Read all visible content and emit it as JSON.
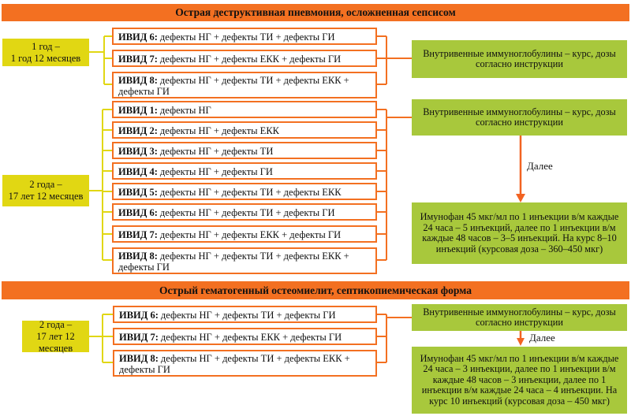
{
  "colors": {
    "header_orange": "#F37021",
    "box_border_orange": "#F37021",
    "age_yellow": "#E1D713",
    "outcome_green": "#A8C83C",
    "arrow_orange": "#F26322",
    "text": "#111111"
  },
  "sections": [
    {
      "title": "Острая деструктивная пневмония, осложненная сепсисом",
      "groups": [
        {
          "age1": "1 год –",
          "age2": "1 год 12 месяцев",
          "ivid": [
            {
              "num": "ИВИД 6:",
              "text": "дефекты НГ + дефекты ТИ + дефекты ГИ"
            },
            {
              "num": "ИВИД 7:",
              "text": "дефекты НГ + дефекты ЕКК + дефекты ГИ"
            },
            {
              "num": "ИВИД 8:",
              "text": "дефекты НГ + дефекты ТИ + дефекты ЕКК + дефекты ГИ"
            }
          ],
          "outcome": "Внутривенные иммуноглобулины – курс, дозы согласно инструкции"
        },
        {
          "age1": "2 года –",
          "age2": "17 лет 12 месяцев",
          "ivid": [
            {
              "num": "ИВИД 1:",
              "text": "дефекты НГ"
            },
            {
              "num": "ИВИД 2:",
              "text": "дефекты НГ + дефекты ЕКК"
            },
            {
              "num": "ИВИД 3:",
              "text": "дефекты НГ + дефекты ТИ"
            },
            {
              "num": "ИВИД 4:",
              "text": "дефекты НГ + дефекты ГИ"
            },
            {
              "num": "ИВИД 5:",
              "text": "дефекты НГ + дефекты ТИ + дефекты ЕКК"
            },
            {
              "num": "ИВИД 6:",
              "text": "дефекты НГ + дефекты ТИ + дефекты ГИ"
            },
            {
              "num": "ИВИД 7:",
              "text": "дефекты НГ + дефекты ЕКК + дефекты ГИ"
            },
            {
              "num": "ИВИД 8:",
              "text": "дефекты НГ + дефекты ТИ + дефекты ЕКК + дефекты ГИ"
            }
          ],
          "outcome1": "Внутривенные иммуноглобулины – курс, дозы согласно инструкции",
          "next_label": "Далее",
          "outcome2": "Имунофан 45 мкг/мл по 1 инъекции в/м каждые 24 часа – 5 инъекций, далее по 1 инъекции в/м каждые 48 часов – 3–5 инъекций. На курс 8–10 инъекций (курсовая доза – 360–450 мкг)"
        }
      ]
    },
    {
      "title": "Острый гематогенный остеомиелит, септикопиемическая форма",
      "groups": [
        {
          "age1": "2 года –",
          "age2": "17 лет 12 месяцев",
          "ivid": [
            {
              "num": "ИВИД 6:",
              "text": "дефекты НГ + дефекты ТИ + дефекты ГИ"
            },
            {
              "num": "ИВИД 7:",
              "text": "дефекты НГ + дефекты ЕКК + дефекты ГИ"
            },
            {
              "num": "ИВИД 8:",
              "text": "дефекты НГ + дефекты ТИ + дефекты ЕКК + дефекты ГИ"
            }
          ],
          "outcome1": "Внутривенные иммуноглобулины – курс, дозы согласно инструкции",
          "next_label": "Далее",
          "outcome2": "Имунофан 45 мкг/мл по 1 инъекции в/м каждые 24 часа – 3 инъекции, далее по 1 инъекции в/м каждые 48 часов – 3 инъекции, далее по 1 инъекции в/м каждые 24 часа – 4 инъекции. На курс 10 инъекций (курсовая доза – 450 мкг)"
        }
      ]
    }
  ]
}
